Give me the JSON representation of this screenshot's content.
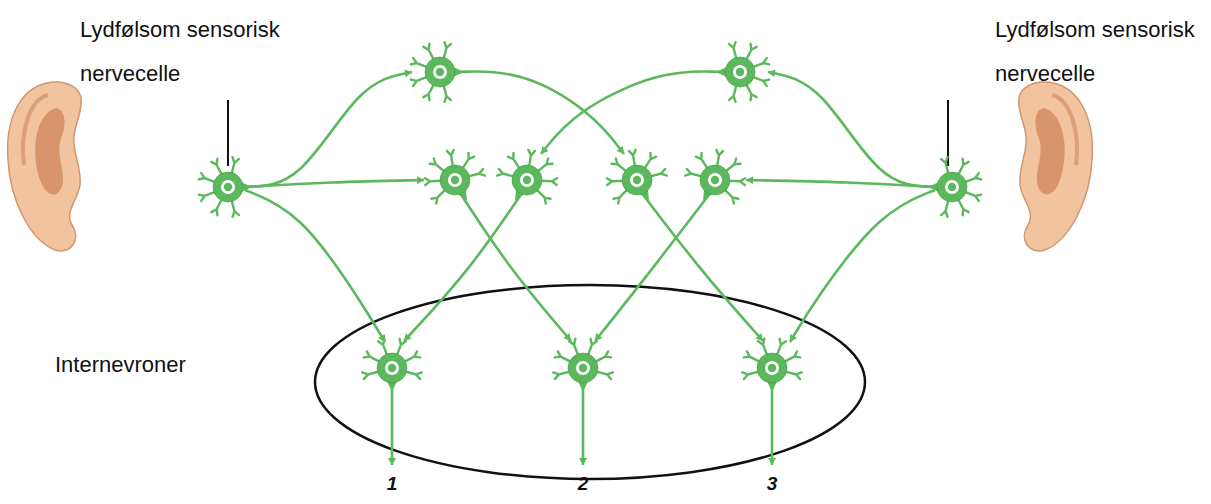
{
  "diagram": {
    "labels": [
      "Lydfølsom sensorisk nervecelle",
      "Lydfølsom sensorisk nervecelle",
      "Internevroner",
      "1",
      "2",
      "3"
    ]
  }
}
